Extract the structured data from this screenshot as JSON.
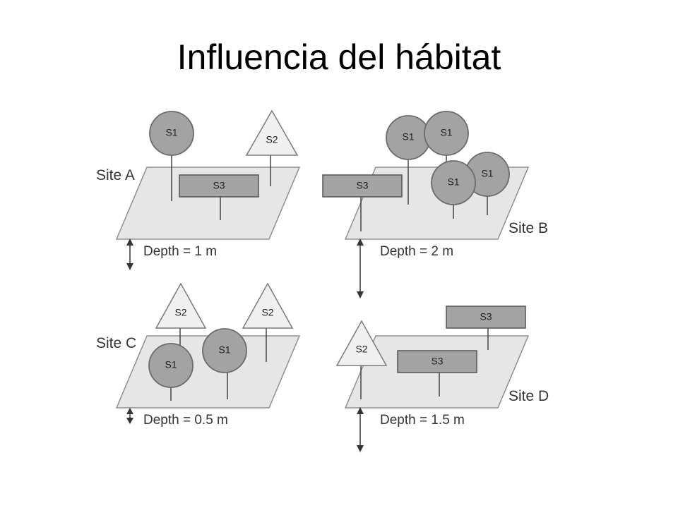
{
  "title": "Influencia del hábitat",
  "symbols": {
    "s1": "S1",
    "s2": "S2",
    "s3": "S3"
  },
  "sites": [
    {
      "label": "Site A",
      "depth_label": "Depth = 1 m"
    },
    {
      "label": "Site B",
      "depth_label": "Depth = 2 m"
    },
    {
      "label": "Site C",
      "depth_label": "Depth = 0.5 m"
    },
    {
      "label": "Site D",
      "depth_label": "Depth = 1.5 m"
    }
  ],
  "colors": {
    "plane": "#e6e6e6",
    "circle": "#a3a3a3",
    "rectangle": "#a3a3a3",
    "triangle": "#f0f0f0"
  }
}
